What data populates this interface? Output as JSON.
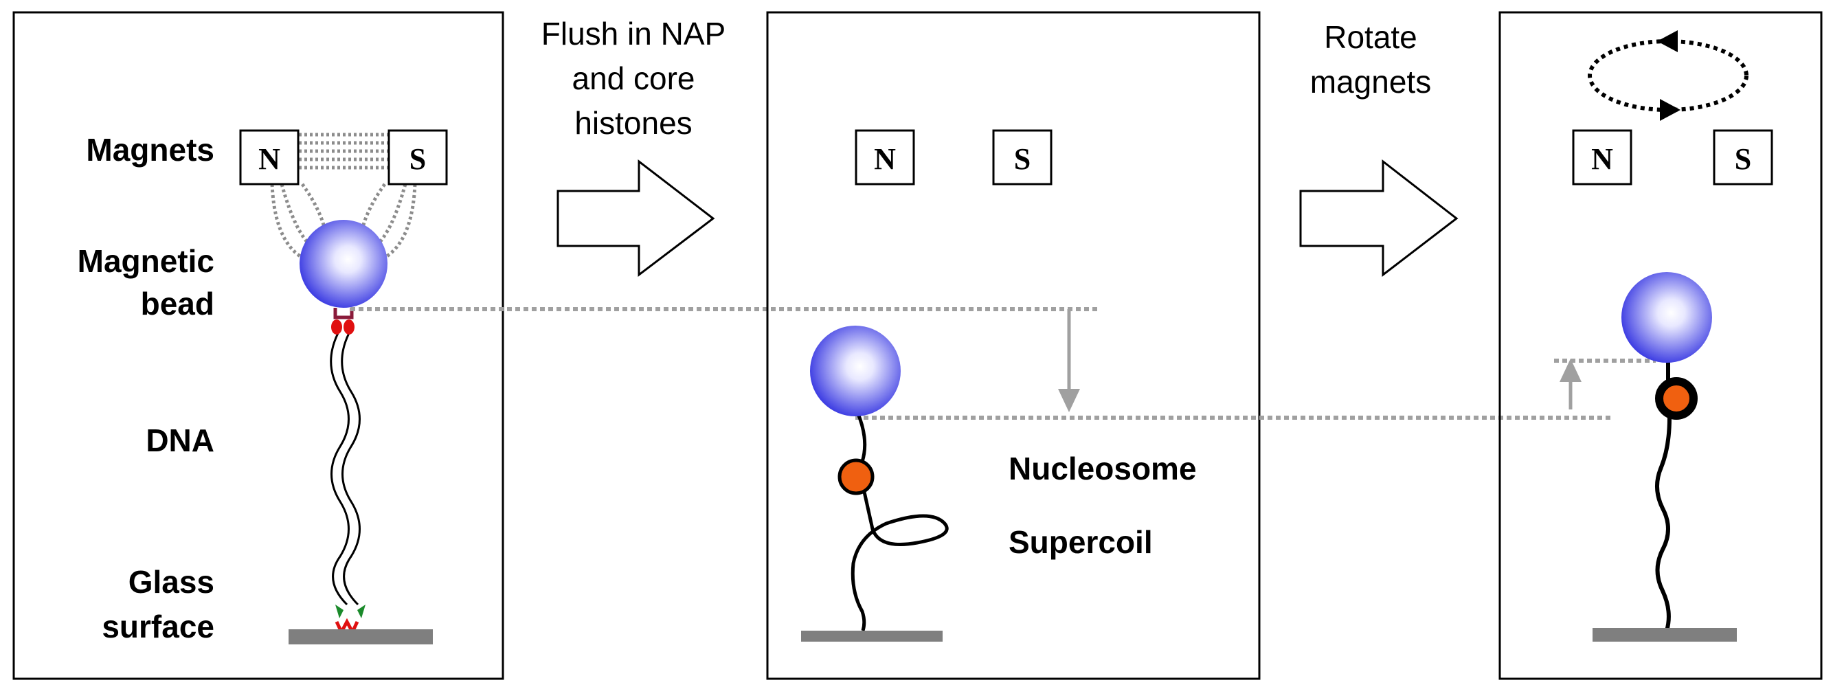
{
  "panel1": {
    "labels": {
      "magnets": "Magnets",
      "magnetic_bead_line1": "Magnetic",
      "magnetic_bead_line2": "bead",
      "dna": "DNA",
      "glass_surface_line1": "Glass",
      "glass_surface_line2": "surface"
    },
    "north": "N",
    "south": "S"
  },
  "step1": {
    "line1": "Flush in NAP",
    "line2": "and core",
    "line3": "histones"
  },
  "panel2": {
    "north": "N",
    "south": "S",
    "nucleosome_label": "Nucleosome",
    "supercoil_label": "Supercoil"
  },
  "step2": {
    "line1": "Rotate",
    "line2": "magnets"
  },
  "panel3": {
    "north": "N",
    "south": "S"
  },
  "colors": {
    "bead": "#2f2fe0",
    "nucleosome": "#f06010",
    "surface": "#7f7f7f",
    "guide": "#a0a0a0",
    "attachment_red": "#e01010",
    "attachment_green": "#1a8a2a"
  }
}
